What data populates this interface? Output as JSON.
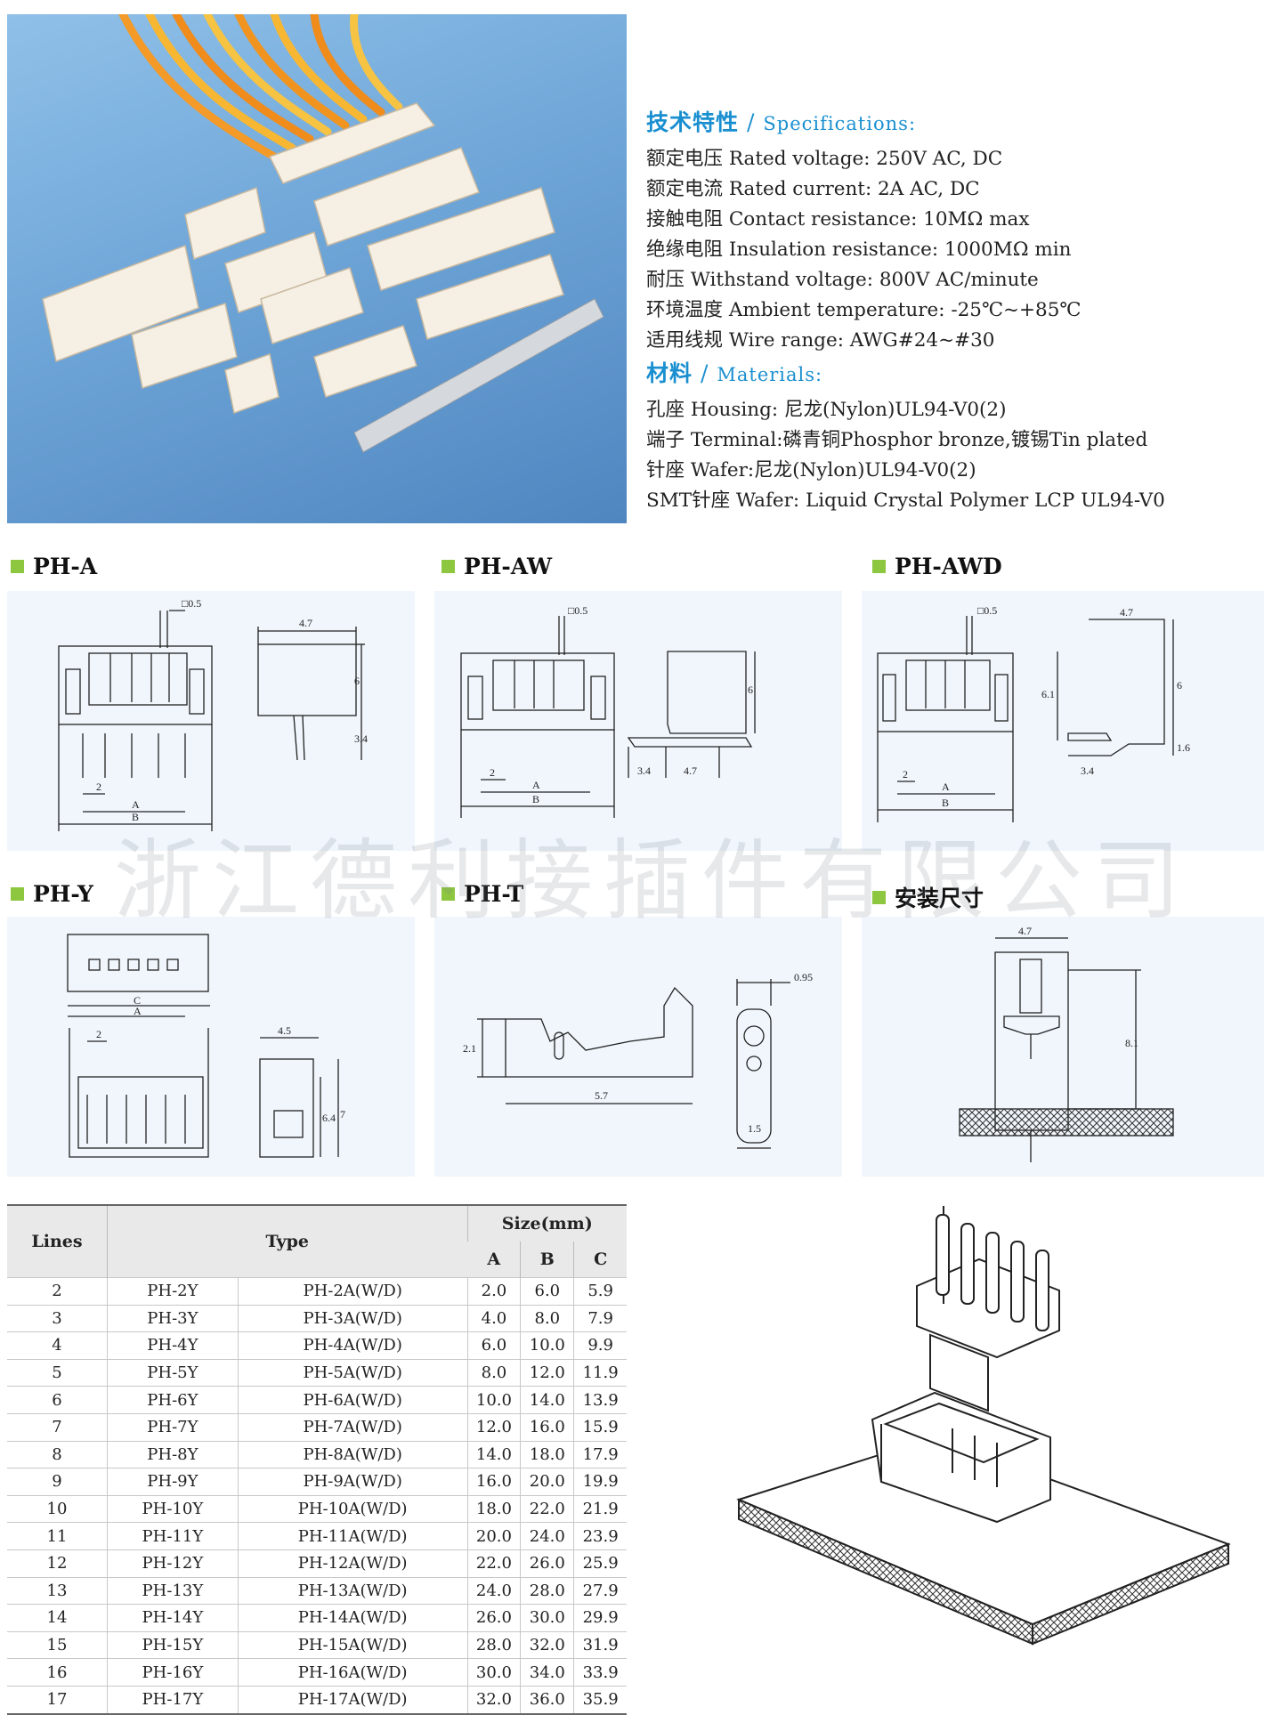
{
  "specs": {
    "header_cn": "技术特性",
    "header_sep": "/",
    "header_en": "Specifications:",
    "lines": [
      "额定电压 Rated voltage: 250V AC, DC",
      "额定电流 Rated current: 2A AC, DC",
      "接触电阻 Contact resistance: 10MΩ max",
      "绝缘电阻 Insulation resistance: 1000MΩ min",
      "耐压 Withstand voltage: 800V AC/minute",
      "环境温度 Ambient temperature: -25℃~+85℃",
      "适用线规 Wire range: AWG#24~#30"
    ]
  },
  "materials": {
    "header_cn": "材料",
    "header_sep": "/",
    "header_en": "Materials:",
    "lines": [
      "孔座 Housing: 尼龙(Nylon)UL94-V0(2)",
      "端子 Terminal:磷青铜Phosphor bronze,镀锡Tin plated",
      "针座 Wafer:尼龙(Nylon)UL94-V0(2)",
      "SMT针座 Wafer: Liquid Crystal Polymer LCP UL94-V0"
    ]
  },
  "sections": {
    "pha": "PH-A",
    "phaw": "PH-AW",
    "phawd": "PH-AWD",
    "phy": "PH-Y",
    "pht": "PH-T",
    "install": "安装尺寸"
  },
  "dims": {
    "sq05": "□0.5",
    "d47": "4.7",
    "d6": "6",
    "d34": "3.4",
    "d2": "2",
    "A": "A",
    "B": "B",
    "C": "C",
    "d61": "6.1",
    "d16": "1.6",
    "d45": "4.5",
    "d64": "6.4",
    "d7": "7",
    "d095": "0.95",
    "d21": "2.1",
    "d57": "5.7",
    "d15": "1.5",
    "d81": "8.1"
  },
  "watermark": "浙江德利接插件有限公司",
  "table": {
    "headers": {
      "lines": "Lines",
      "type": "Type",
      "size": "Size(mm)",
      "a": "A",
      "b": "B",
      "c": "C"
    },
    "rows": [
      {
        "lines": "2",
        "y": "PH-2Y",
        "a_type": "PH-2A(W/D)",
        "a": "2.0",
        "b": "6.0",
        "c": "5.9"
      },
      {
        "lines": "3",
        "y": "PH-3Y",
        "a_type": "PH-3A(W/D)",
        "a": "4.0",
        "b": "8.0",
        "c": "7.9"
      },
      {
        "lines": "4",
        "y": "PH-4Y",
        "a_type": "PH-4A(W/D)",
        "a": "6.0",
        "b": "10.0",
        "c": "9.9"
      },
      {
        "lines": "5",
        "y": "PH-5Y",
        "a_type": "PH-5A(W/D)",
        "a": "8.0",
        "b": "12.0",
        "c": "11.9"
      },
      {
        "lines": "6",
        "y": "PH-6Y",
        "a_type": "PH-6A(W/D)",
        "a": "10.0",
        "b": "14.0",
        "c": "13.9"
      },
      {
        "lines": "7",
        "y": "PH-7Y",
        "a_type": "PH-7A(W/D)",
        "a": "12.0",
        "b": "16.0",
        "c": "15.9"
      },
      {
        "lines": "8",
        "y": "PH-8Y",
        "a_type": "PH-8A(W/D)",
        "a": "14.0",
        "b": "18.0",
        "c": "17.9"
      },
      {
        "lines": "9",
        "y": "PH-9Y",
        "a_type": "PH-9A(W/D)",
        "a": "16.0",
        "b": "20.0",
        "c": "19.9"
      },
      {
        "lines": "10",
        "y": "PH-10Y",
        "a_type": "PH-10A(W/D)",
        "a": "18.0",
        "b": "22.0",
        "c": "21.9"
      },
      {
        "lines": "11",
        "y": "PH-11Y",
        "a_type": "PH-11A(W/D)",
        "a": "20.0",
        "b": "24.0",
        "c": "23.9"
      },
      {
        "lines": "12",
        "y": "PH-12Y",
        "a_type": "PH-12A(W/D)",
        "a": "22.0",
        "b": "26.0",
        "c": "25.9"
      },
      {
        "lines": "13",
        "y": "PH-13Y",
        "a_type": "PH-13A(W/D)",
        "a": "24.0",
        "b": "28.0",
        "c": "27.9"
      },
      {
        "lines": "14",
        "y": "PH-14Y",
        "a_type": "PH-14A(W/D)",
        "a": "26.0",
        "b": "30.0",
        "c": "29.9"
      },
      {
        "lines": "15",
        "y": "PH-15Y",
        "a_type": "PH-15A(W/D)",
        "a": "28.0",
        "b": "32.0",
        "c": "31.9"
      },
      {
        "lines": "16",
        "y": "PH-16Y",
        "a_type": "PH-16A(W/D)",
        "a": "30.0",
        "b": "34.0",
        "c": "33.9"
      },
      {
        "lines": "17",
        "y": "PH-17Y",
        "a_type": "PH-17A(W/D)",
        "a": "32.0",
        "b": "36.0",
        "c": "35.9"
      }
    ]
  }
}
